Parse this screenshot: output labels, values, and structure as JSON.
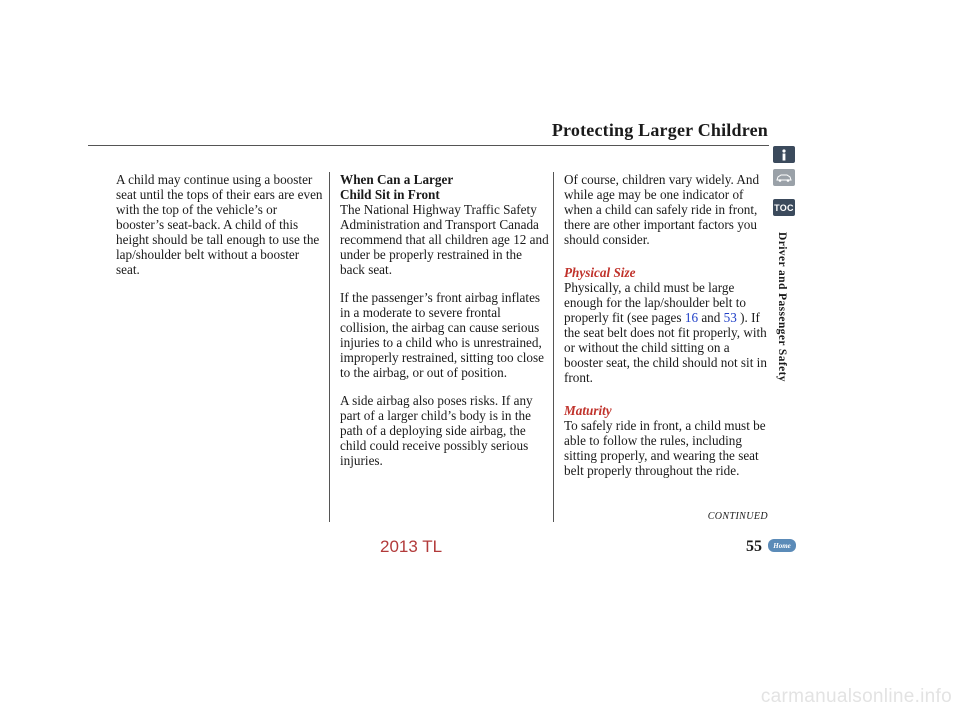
{
  "page": {
    "title": "Protecting Larger Children",
    "section_label": "Driver and Passenger Safety",
    "continued": "CONTINUED",
    "page_number": "55",
    "home_label": "Home",
    "toc_label": "TOC",
    "watermark": "2013 TL",
    "site": "carmanualsonline.info"
  },
  "col1": {
    "p1": "A child may continue using a booster seat until the tops of their ears are even with the top of the vehicle’s or booster’s seat-back. A child of this height should be tall enough to use the lap/shoulder belt without a booster seat."
  },
  "col2": {
    "heading_line1": "When Can a Larger",
    "heading_line2": "Child Sit in Front",
    "p1": "The National Highway Traffic Safety Administration and Transport Canada recommend that all children age 12 and under be properly restrained in the back seat.",
    "p2": "If the passenger’s front airbag inflates in a moderate to severe frontal collision, the airbag can cause serious injuries to a child who is unrestrained, improperly restrained, sitting too close to the airbag, or out of position.",
    "p3": "A side airbag also poses risks. If any part of a larger child’s body is in the path of a deploying side airbag, the child could receive possibly serious injuries."
  },
  "col3": {
    "p1": "Of course, children vary widely. And while age may be one indicator of when a child can safely ride in front, there are other important factors you should consider.",
    "physical_heading": "Physical Size",
    "physical_a": "Physically, a child must be large enough for the lap/shoulder belt to properly fit (see pages ",
    "link1": "16",
    "physical_and": " and ",
    "link2": "53",
    "physical_b": " ). If the seat belt does not fit properly, with or without the child sitting on a booster seat, the child should not sit in front.",
    "maturity_heading": "Maturity",
    "maturity_text": "To safely ride in front, a child must be able to follow the rules, including sitting properly, and wearing the seat belt properly throughout the ride."
  }
}
